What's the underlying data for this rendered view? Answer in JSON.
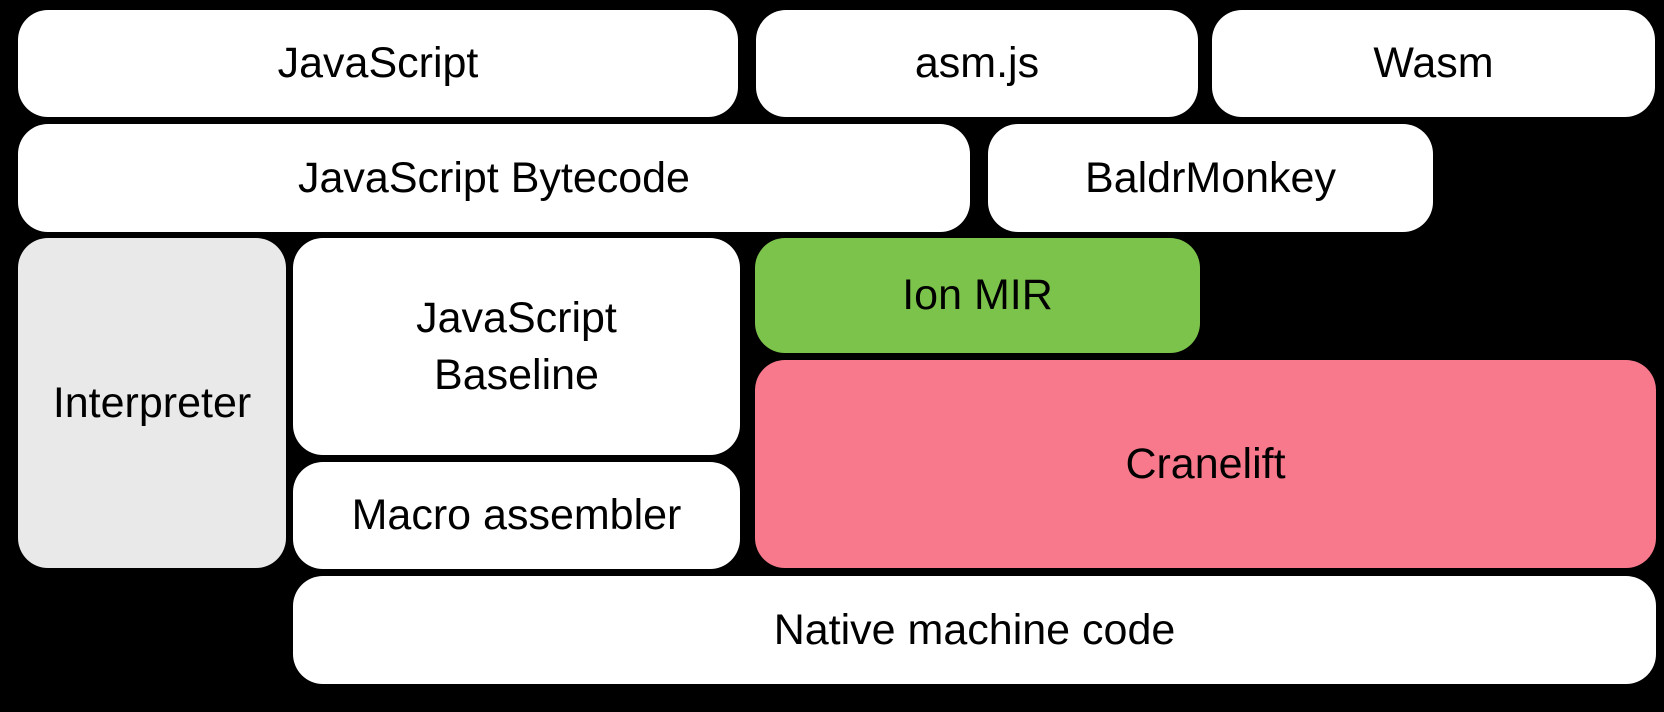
{
  "diagram": {
    "nodes": {
      "javascript": {
        "label": "JavaScript"
      },
      "asmjs": {
        "label": "asm.js"
      },
      "wasm": {
        "label": "Wasm"
      },
      "js_bytecode": {
        "label": "JavaScript Bytecode"
      },
      "baldrmonkey": {
        "label": "BaldrMonkey"
      },
      "interpreter": {
        "label": "Interpreter"
      },
      "js_baseline": {
        "label": "JavaScript Baseline"
      },
      "ion_mir": {
        "label": "Ion MIR"
      },
      "cranelift": {
        "label": "Cranelift"
      },
      "macro_assembler": {
        "label": "Macro assembler"
      },
      "native_code": {
        "label": "Native machine code"
      }
    },
    "colors": {
      "background": "#000000",
      "box_default": "#ffffff",
      "interpreter": "#e9e9e9",
      "ion_mir": "#7cc34b",
      "cranelift": "#f7798b",
      "text": "#000000"
    }
  }
}
